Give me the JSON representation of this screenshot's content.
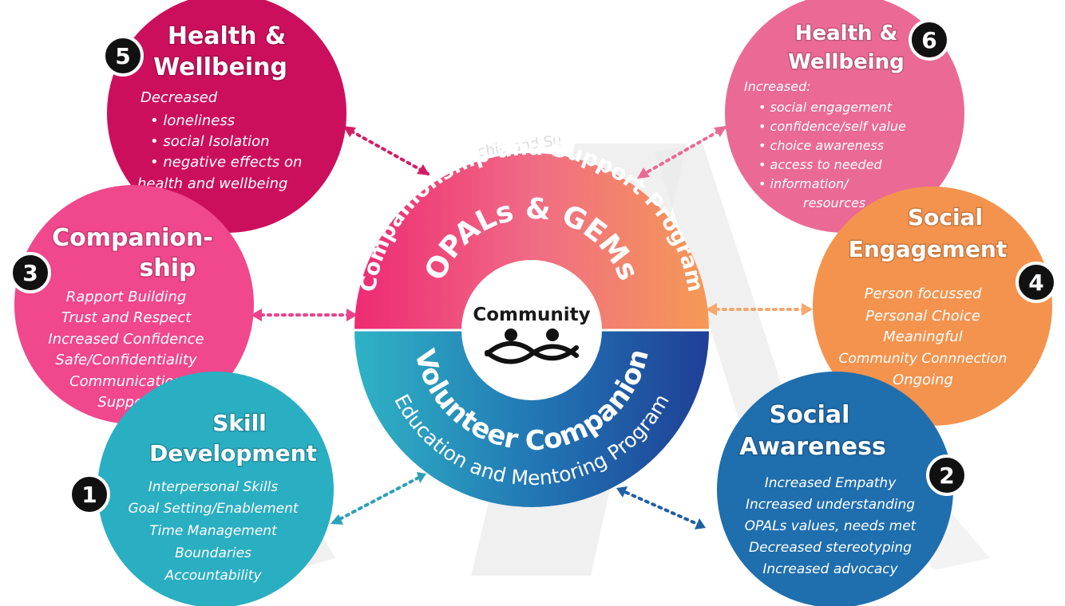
{
  "colors": {
    "health5": "#cc0f5d",
    "health6": "#ea6a95",
    "companionship": "#f0478d",
    "social_engagement": "#f4934e",
    "skill": "#2aaec2",
    "social_awareness": "#1f6eae",
    "watermark": "#e6e6e6"
  },
  "center": {
    "community_label": "Community",
    "top_arc_text": "Companionship and Support Program",
    "top_sub_text": "OPALs & GEMs",
    "bottom_arc_text": "Volunteer Companion",
    "bottom_sub_text": "Education and Mentoring Program",
    "watermark_ghost": "ship and Su"
  },
  "circles": {
    "health5": {
      "number": "5",
      "title": [
        "Health &",
        "Wellbeing"
      ],
      "body": [
        "Decreased",
        "•  loneliness",
        "•  social Isolation",
        "•  negative effects on",
        "health and wellbeing"
      ]
    },
    "health6": {
      "number": "6",
      "title": [
        "Health &",
        "Wellbeing"
      ],
      "body": [
        "Increased:",
        "•  social engagement",
        "•  confidence/self value",
        "•  choice awareness",
        "•  access to needed",
        "•  information/",
        "resources"
      ]
    },
    "companionship": {
      "number": "3",
      "title": [
        "Companion-",
        "ship"
      ],
      "body": [
        "Rapport Building",
        "Trust and Respect",
        "Increased Confidence",
        "Safe/Confidentiality",
        "Communication",
        "Support"
      ]
    },
    "social_engagement": {
      "number": "4",
      "title": [
        "Social",
        "Engagement"
      ],
      "body": [
        "Person focussed",
        "Personal Choice",
        "Meaningful",
        "Community Connnection",
        "Ongoing"
      ]
    },
    "skill": {
      "number": "1",
      "title": [
        "Skill",
        "Development"
      ],
      "body": [
        "Interpersonal Skills",
        "Goal Setting/Enablement",
        "Time Management",
        "Boundaries",
        "Accountability"
      ]
    },
    "social_awareness": {
      "number": "2",
      "title": [
        "Social",
        "Awareness"
      ],
      "body": [
        "Increased Empathy",
        "Increased understanding",
        "OPALs values, needs met",
        "Decreased stereotyping",
        "Increased advocacy"
      ]
    }
  }
}
